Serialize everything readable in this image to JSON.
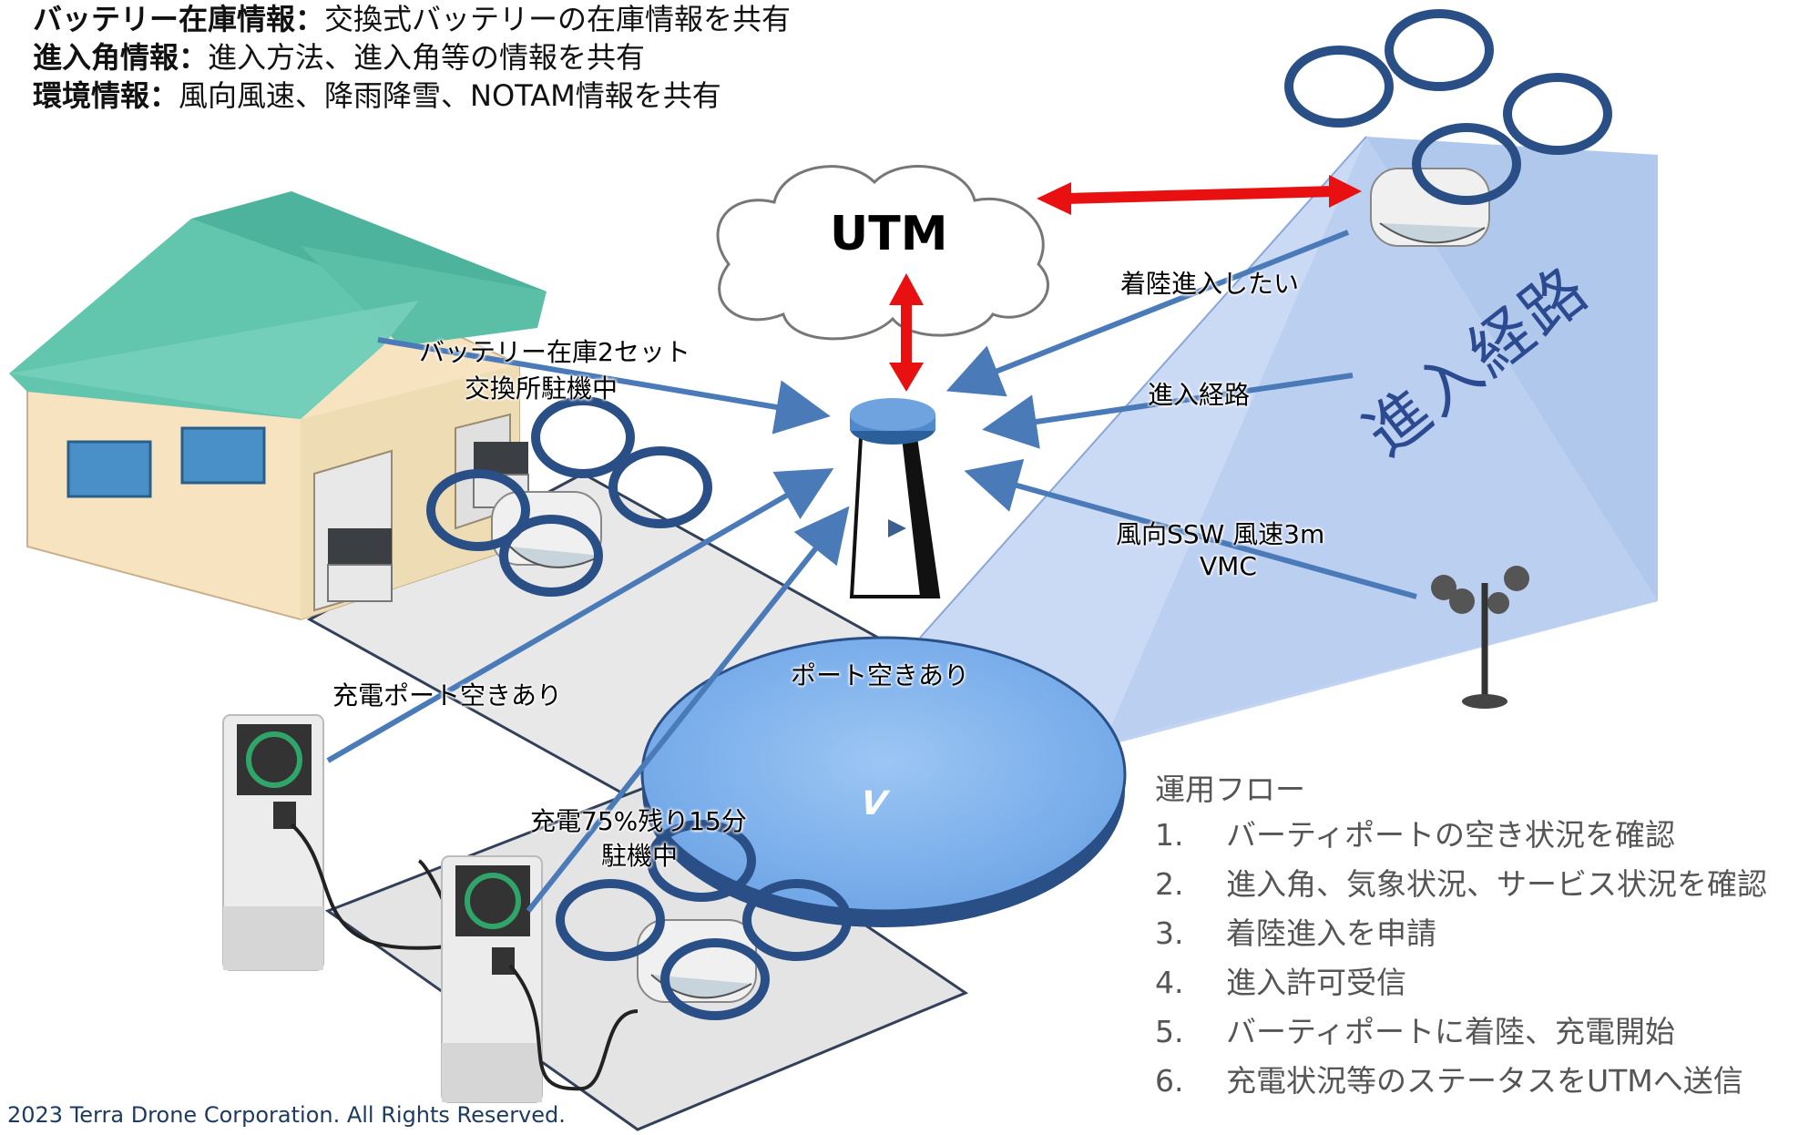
{
  "info_lines": [
    {
      "label": "バッテリー在庫情報：",
      "text": "交換式バッテリーの在庫情報を共有"
    },
    {
      "label": "進入角情報：",
      "text": "進入方法、進入角等の情報を共有"
    },
    {
      "label": "環境情報：",
      "text": "風向風速、降雨降雪、NOTAM情報を共有"
    }
  ],
  "utm_label": "UTM",
  "route_label": "進入経路",
  "labels": {
    "landing_request": "着陸進入したい",
    "battery_line1": "バッテリー在庫2セット",
    "battery_line2": "交換所駐機中",
    "approach_path": "進入経路",
    "wind_line1": "風向SSW 風速3m",
    "wind_line2": "VMC",
    "charge_port_available": "充電ポート空きあり",
    "port_available": "ポート空きあり",
    "charging_line1": "充電75%残り15分",
    "charging_line2": "駐機中"
  },
  "pad_symbol": "V",
  "flow": {
    "title": "運用フロー",
    "steps": [
      {
        "num": "1.",
        "text": "バーティポートの空き状況を確認"
      },
      {
        "num": "2.",
        "text": "進入角、気象状況、サービス状況を確認"
      },
      {
        "num": "3.",
        "text": "着陸進入を申請"
      },
      {
        "num": "4.",
        "text": "進入許可受信"
      },
      {
        "num": "5.",
        "text": "バーティポートに着陸、充電開始"
      },
      {
        "num": "6.",
        "text": "充電状況等のステータスをUTMへ送信"
      }
    ]
  },
  "copyright": "2023 Terra Drone Corporation. All Rights Reserved.",
  "colors": {
    "arrow_blue": "#4a7ab8",
    "arrow_red": "#e81010",
    "pad_blue": "#7ab0ec",
    "roof_teal": "#5fc3ac",
    "ramp_blue": "#c5d6f3"
  }
}
